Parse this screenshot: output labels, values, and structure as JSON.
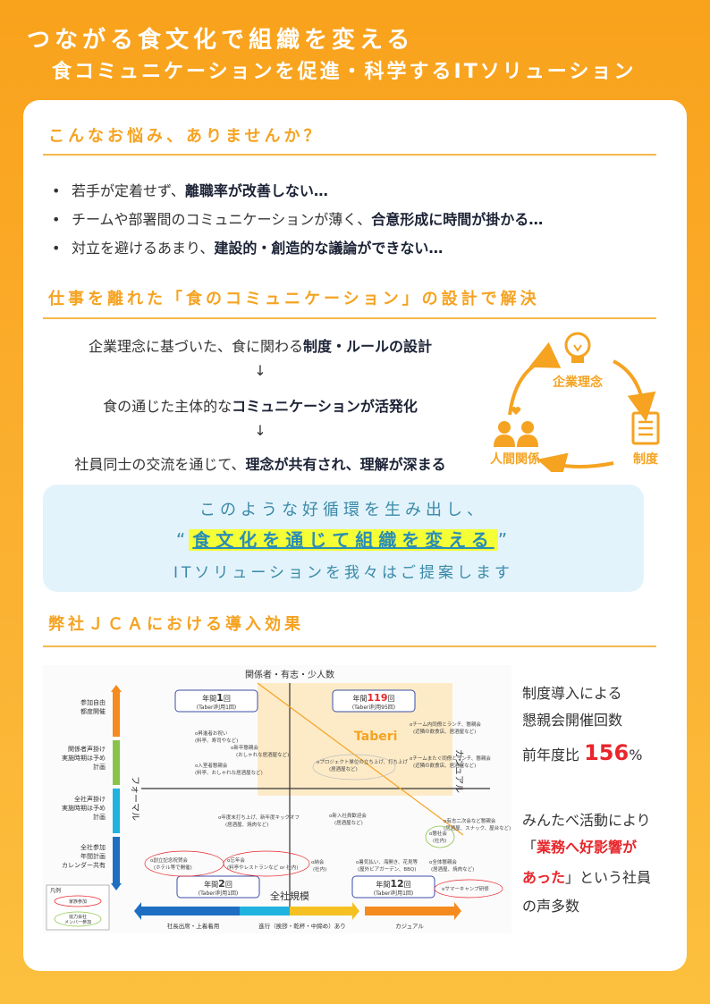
{
  "header": {
    "line1": "つながる食文化で組織を変える",
    "line2": "食コミュニケーションを促進・科学するITソリューション"
  },
  "problems": {
    "title": "こんなお悩み、ありませんか？",
    "items": [
      {
        "pre": "若手が定着せず、",
        "bold": "離職率が改善しない…"
      },
      {
        "pre": "チームや部署間のコミュニケーションが薄く、",
        "bold": "合意形成に時間が掛かる…"
      },
      {
        "pre": "対立を避けるあまり、",
        "bold": "建設的・創造的な議論ができない…"
      }
    ]
  },
  "solution": {
    "title": "仕事を離れた「食のコミュニケーション」の設計で解決",
    "steps": [
      {
        "pre": "企業理念に基づいた、食に関わる",
        "bold": "制度・ルールの設計"
      },
      {
        "pre": "食の通じた主体的な",
        "bold": "コミュニケーションが活発化"
      },
      {
        "pre": "社員同士の交流を通じて、",
        "bold": "理念が共有され、理解が深まる"
      }
    ],
    "arrow": "↓",
    "cycle": {
      "top": "企業理念",
      "right": "制度",
      "left": "人間関係"
    }
  },
  "callout": {
    "line1": "このような好循環を生み出し、",
    "quote_open": "“",
    "highlight": "食文化を通じて組織を変える",
    "quote_close": "”",
    "line3": "ITソリューションを我々はご提案します"
  },
  "effects": {
    "title": "弊社ＪＣＡにおける導入効果",
    "side1_l1": "制度導入による",
    "side1_l2": "懇親会開催回数",
    "side1_l3_pre": "前年度比",
    "side1_value": "156",
    "side1_unit": "%",
    "side2_l1": "みんたべ活動により",
    "side2_l2_open": "「",
    "side2_l2_red": "業務へ好影響が",
    "side2_l3_red": "あった",
    "side2_l3_post": "」という社員",
    "side2_l4": "の声多数"
  },
  "diagram": {
    "top_label": "関係者・有志・少人数",
    "bottom_label": "全社規模",
    "left_axis": "フォーマル",
    "right_axis": "カジュアル",
    "y_labels": [
      "参加自由\n都度開催",
      "関係者声掛け\n実施時期は予め\n計画",
      "全社声掛け\n実施時期は予め\n計画",
      "全社参加\n年間計画\nカレンダー共有"
    ],
    "bottom_bars": [
      "社長出席・上着着用",
      "進行（挨拶・乾杯・中締め）あり",
      "カジュアル"
    ],
    "boxes": [
      {
        "l1": "年間",
        "n": "1",
        "l2": "回",
        "sub": "(Taberi利用1回)"
      },
      {
        "l1": "年間",
        "n": "119",
        "l2": "回",
        "sub": "(Taberi利用95回)"
      },
      {
        "l1": "年間",
        "n": "2",
        "l2": "回",
        "sub": "(Taberi利用1回)"
      },
      {
        "l1": "年間",
        "n": "12",
        "l2": "回",
        "sub": "(Taberi利用1回)"
      }
    ],
    "taberi": "Taberi",
    "legend_title": "凡例",
    "legend_items": [
      "家族参加",
      "協力会社\nメンバー参加"
    ],
    "events": [
      "o昇進者お祝い\n(料亭、寿司やなど)",
      "o新卒懇親会\n(おしゃれな居酒屋など)",
      "o入室者懇親会\n(料亭、おしゃれな居酒屋など)",
      "oチーム内同僚とランチ、懇親会\n(近隣の飲食店、居酒屋など)",
      "oプロジェクト単位の立ち上げ、打ち上げ\n(居酒屋など)",
      "oチームまたぐ同僚とランチ、懇親会\n(近隣の飲食店、居酒屋など)",
      "o年度末打ち上げ、新年度キックオフ\n(居酒屋、焼肉など)",
      "o新入社員歓迎会\n(居酒屋など)",
      "o有志二次会など懇親会\n(居酒屋、スナック、屋台など)",
      "o懇社会\n(社内)",
      "o創立記念祝賀会\n(ホテル等で開催)",
      "o忘年会\n(料亭やレストランなど or 社内)",
      "o納会\n(社内)",
      "o暑気払い、海開き、花見等\n(屋外ビアガーデン、BBQ)",
      "o全体懇親会\n(居酒屋、焼肉など)",
      "oサマーキャンプ研修"
    ]
  },
  "colors": {
    "accent": "#f5a321",
    "red": "#e8262b",
    "callout_bg": "#e3f3fb",
    "highlight": "#f5ff35"
  }
}
